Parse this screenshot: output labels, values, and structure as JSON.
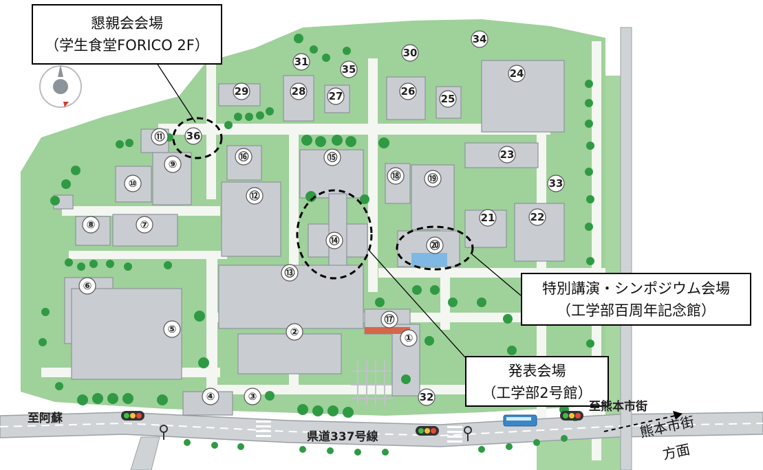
{
  "callouts": {
    "banquet": {
      "line1": "懇親会会場",
      "line2": "（学生食堂FORICO 2F）"
    },
    "lecture": {
      "line1": "特別講演・シンポジウム会場",
      "line2": "（工学部百周年記念館）"
    },
    "presentation": {
      "line1": "発表会場",
      "line2": "（工学部2号館）"
    }
  },
  "road_labels": {
    "west": "至阿蘇",
    "east": "至熊本市街",
    "route": "県道337号線"
  },
  "direction": {
    "line1": "熊本市街",
    "line2": "方面"
  },
  "buildings": {
    "b1": "①",
    "b2": "②",
    "b3": "③",
    "b4": "④",
    "b5": "⑤",
    "b6": "⑥",
    "b7": "⑦",
    "b8": "⑧",
    "b9": "⑨",
    "b10": "⑩",
    "b11": "⑪",
    "b12": "⑫",
    "b13": "⑬",
    "b14": "⑭",
    "b15": "⑮",
    "b16": "⑯",
    "b17": "⑰",
    "b18": "⑱",
    "b19": "⑲",
    "b20": "⑳",
    "b21": "21",
    "b22": "22",
    "b23": "23",
    "b24": "24",
    "b25": "25",
    "b26": "26",
    "b27": "27",
    "b28": "28",
    "b29": "29",
    "b30": "30",
    "b31": "31",
    "b32": "32",
    "b33": "33",
    "b34": "34",
    "b35": "35",
    "b36": "36"
  },
  "colors": {
    "ground": "#9fd19a",
    "path": "#f4f6f2",
    "road": "#cfd3d6",
    "building": "#c9cdd2",
    "tree": "#2f9a43",
    "bus": "#3b86c8"
  }
}
